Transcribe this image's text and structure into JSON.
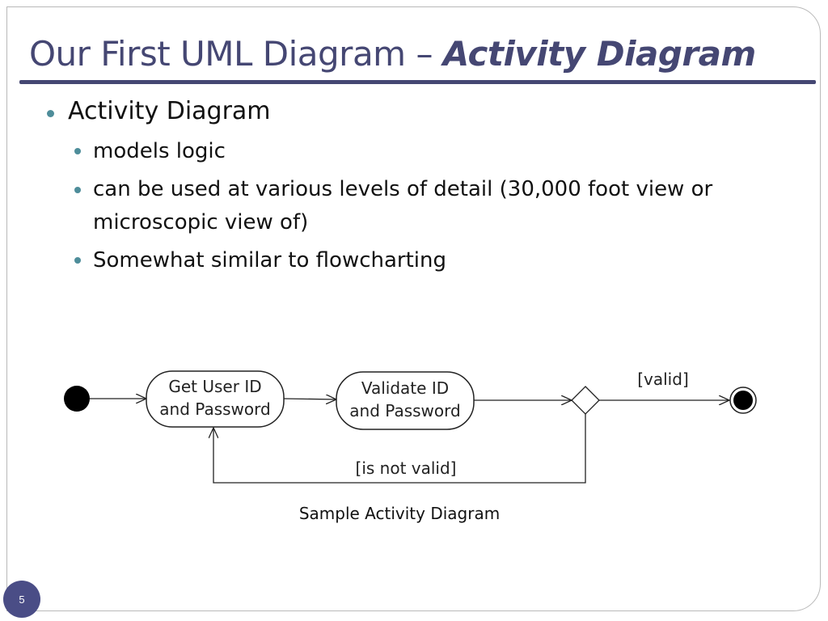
{
  "slide": {
    "title_plain": "Our First UML Diagram – ",
    "title_emphasis": "Activity Diagram",
    "page_number": "5"
  },
  "bullets": {
    "level1": "Activity Diagram",
    "level2": [
      "models logic",
      "can be used at various levels of detail (30,000 foot view or",
      "microscopic view of)",
      "Somewhat similar to flowcharting"
    ]
  },
  "diagram": {
    "node1_line1": "Get User ID",
    "node1_line2": "and Password",
    "node2_line1": "Validate ID",
    "node2_line2": "and Password",
    "guard_valid": "[valid]",
    "guard_not_valid": "[is not valid]",
    "caption": "Sample Activity Diagram"
  },
  "colors": {
    "title": "#454773",
    "bullet_dot": "#4e8d9a",
    "page_badge": "#4a4d86"
  }
}
